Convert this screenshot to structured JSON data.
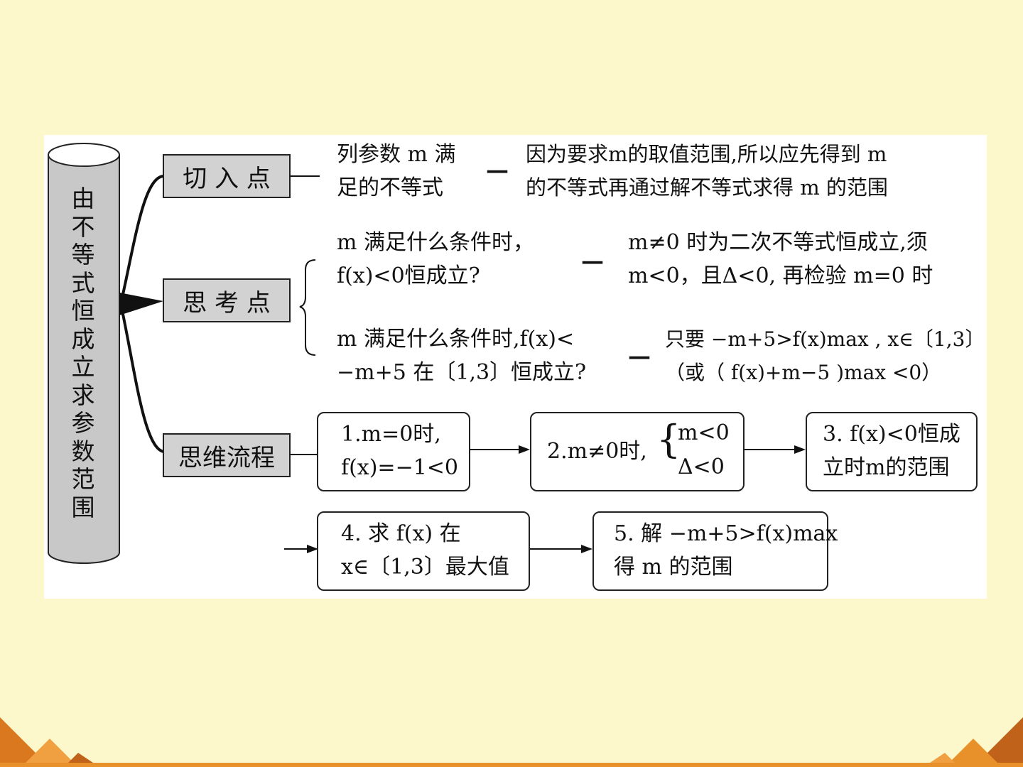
{
  "title_chars": [
    "由",
    "不",
    "等",
    "式",
    "恒",
    "成",
    "立",
    "求",
    "参",
    "数",
    "范",
    "围"
  ],
  "categories": {
    "entry": "切 入 点",
    "think": "思 考 点",
    "flow": "思维流程"
  },
  "entry": {
    "left_line1": "列参数 m 满",
    "left_line2": "足的不等式",
    "right_line1": "因为要求m的取值范围,所以应先得到 m",
    "right_line2": "的不等式再通过解不等式求得 m 的范围"
  },
  "think1": {
    "left_line1": "m 满足什么条件时，",
    "left_line2": "f(x)<0恒成立?",
    "right_line1": "m≠0 时为二次不等式恒成立,须",
    "right_line2": "m<0，且Δ<0, 再检验 m=0 时"
  },
  "think2": {
    "left_line1": "m 满足什么条件时,f(x)<",
    "left_line2": "−m+5 在〔1,3〕恒成立?",
    "right_line1": "只要 −m+5>f(x)max , x∈〔1,3〕",
    "right_line2": "（或（ f(x)+m−5 )max <0）"
  },
  "steps": {
    "s1_line1": "1.m=0时,",
    "s1_line2": "f(x)=−1<0",
    "s2_prefix": "2.m≠0时,",
    "s2_cond1": "m<0",
    "s2_cond2": "Δ<0",
    "s3_line1": "3. f(x)<0恒成",
    "s3_line2": "立时m的范围",
    "s4_line1": "4. 求 f(x) 在",
    "s4_line2": "x∈〔1,3〕最大值",
    "s5_line1": "5. 解 −m+5>f(x)max",
    "s5_line2": "得 m 的范围"
  },
  "dash_symbol": "—",
  "colors": {
    "background": "#fdf8cb",
    "panel": "#ffffff",
    "box_fill": "#d2d2d2",
    "cylinder_fill": "#c8c8c8",
    "deco_orange": "#e8902a",
    "deco_dark": "#c0621a"
  }
}
